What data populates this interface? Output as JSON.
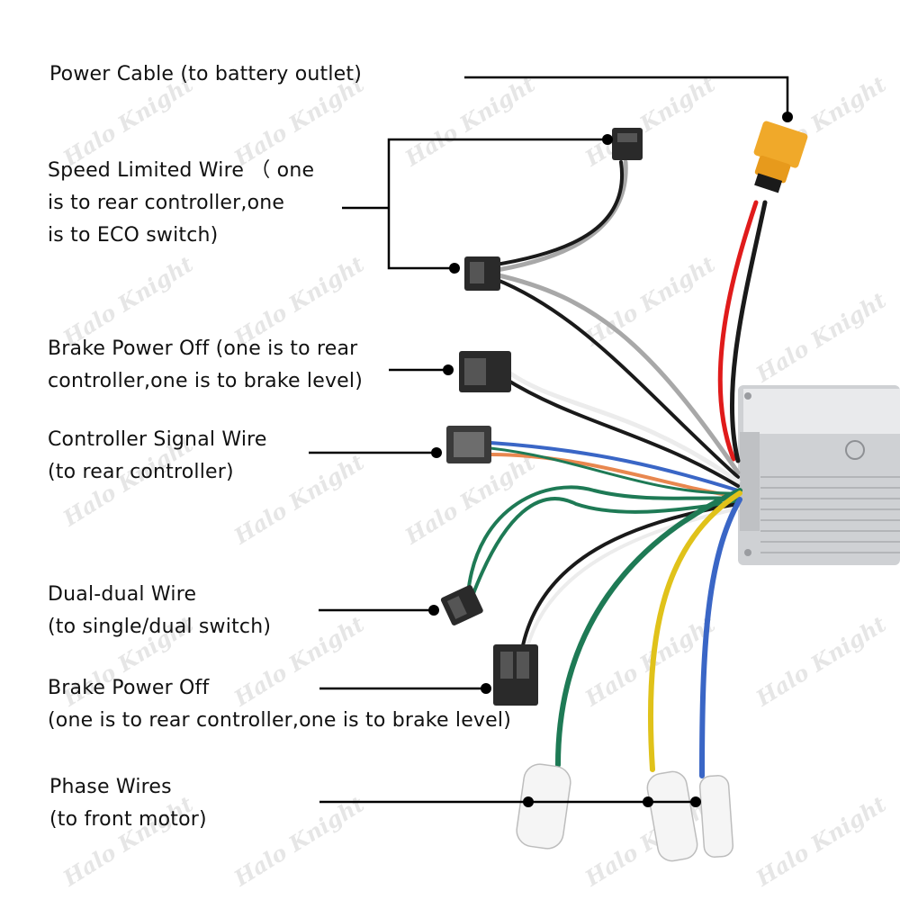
{
  "labels": {
    "power_cable": [
      "Power Cable (to battery outlet)"
    ],
    "speed_limited": [
      "Speed Limited Wire （ one",
      "is to rear controller,one",
      "is to ECO switch)"
    ],
    "brake_power_off_1": [
      "Brake Power Off (one is to rear",
      "controller,one is to brake level)"
    ],
    "controller_signal": [
      "Controller Signal Wire",
      "(to rear controller)"
    ],
    "dual_dual": [
      "Dual-dual Wire",
      "(to single/dual switch)"
    ],
    "brake_power_off_2": [
      "Brake Power Off",
      "(one is to rear controller,one is to brake level)"
    ],
    "phase_wires": [
      "Phase Wires",
      "(to front motor)"
    ]
  },
  "watermark": "Halo Knight",
  "colors": {
    "leader": "#000000",
    "red_wire": "#e01b1b",
    "black_wire": "#1a1a1a",
    "grey_wire": "#a8a8a8",
    "white_wire": "#f2f2f2",
    "blue_wire": "#3a66c6",
    "orange_wire": "#e8874f",
    "green_wire": "#1e7a55",
    "yellow_wire": "#e0c21a",
    "connector": "#2a2a2a",
    "xt60": "#f0a92a",
    "controller_body": "#d9dadc"
  }
}
